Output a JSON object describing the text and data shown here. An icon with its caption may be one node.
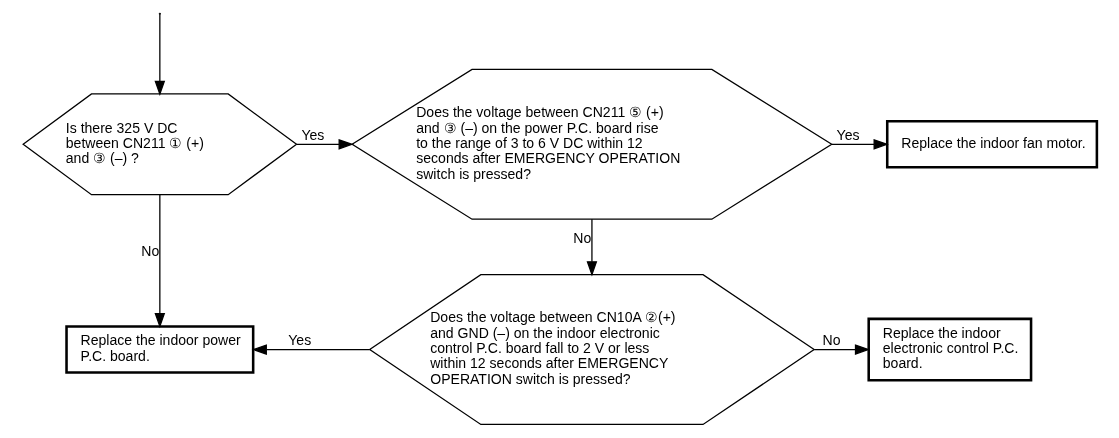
{
  "diagram": {
    "nodes": [
      {
        "text": [
          "Is there 325 V DC between CN211 ① (+) and ③ (–) ?"
        ]
      },
      {
        "text": [
          "Does the voltage between CN211 ⑤ (+) and ③ (–) on the power P.C. board rise to the range of 3 to 6 V DC within 12 seconds after EMERGENCY OPERATION switch is pressed?"
        ]
      },
      {
        "text": [
          "Replace the indoor fan motor."
        ]
      },
      {
        "text": [
          "Replace the indoor power P.C. board."
        ]
      },
      {
        "text": [
          "Does the voltage between CN10A ②(+) and GND (–) on the indoor electronic control P.C. board fall to 2 V or less within 12 seconds after EMERGENCY OPERATION switch is pressed?"
        ]
      },
      {
        "text": [
          "Replace the indoor electronic control P.C. board."
        ]
      }
    ],
    "edges": [
      {
        "from": null,
        "to": 0,
        "arrow": "to"
      },
      {
        "from": 0,
        "to": 1,
        "arrow": "to",
        "label": "Yes"
      },
      {
        "from": 1,
        "to": 2,
        "arrow": "to",
        "label": "Yes"
      },
      {
        "from": 0,
        "to": 3,
        "arrow": "to",
        "label": "No"
      },
      {
        "from": 1,
        "to": 4,
        "arrow": "to",
        "label": "No"
      },
      {
        "from": 4,
        "to": 3,
        "arrow": "to",
        "label": "Yes"
      },
      {
        "from": 4,
        "to": 5,
        "arrow": "to",
        "label": "No"
      }
    ]
  }
}
